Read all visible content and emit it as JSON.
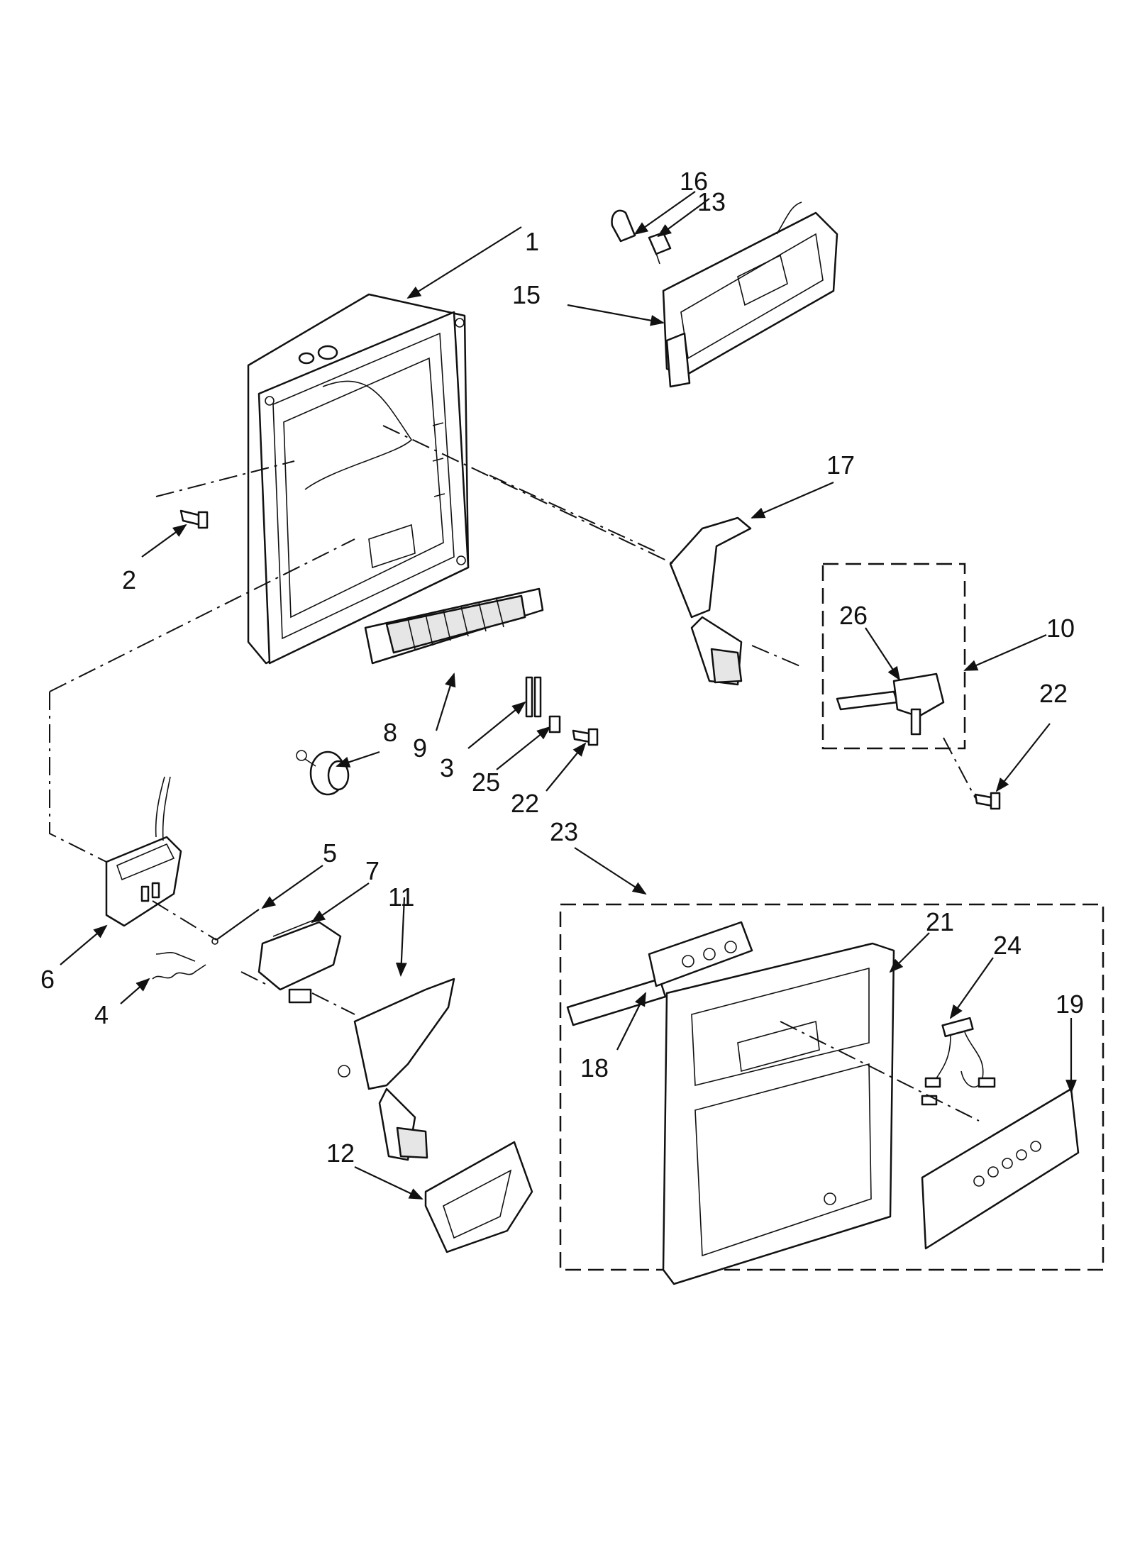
{
  "diagram": {
    "type": "exploded-parts-diagram",
    "callouts": [
      {
        "id": "c1",
        "text": "1"
      },
      {
        "id": "c2",
        "text": "2"
      },
      {
        "id": "c3",
        "text": "3"
      },
      {
        "id": "c4",
        "text": "4"
      },
      {
        "id": "c5",
        "text": "5"
      },
      {
        "id": "c6",
        "text": "6"
      },
      {
        "id": "c7",
        "text": "7"
      },
      {
        "id": "c8",
        "text": "8"
      },
      {
        "id": "c9",
        "text": "9"
      },
      {
        "id": "c10",
        "text": "10"
      },
      {
        "id": "c11",
        "text": "11"
      },
      {
        "id": "c12",
        "text": "12"
      },
      {
        "id": "c13",
        "text": "13"
      },
      {
        "id": "c15",
        "text": "15"
      },
      {
        "id": "c16",
        "text": "16"
      },
      {
        "id": "c17",
        "text": "17"
      },
      {
        "id": "c18",
        "text": "18"
      },
      {
        "id": "c19",
        "text": "19"
      },
      {
        "id": "c21",
        "text": "21"
      },
      {
        "id": "c22a",
        "text": "22"
      },
      {
        "id": "c22b",
        "text": "22"
      },
      {
        "id": "c23",
        "text": "23"
      },
      {
        "id": "c24",
        "text": "24"
      },
      {
        "id": "c25",
        "text": "25"
      },
      {
        "id": "c26",
        "text": "26"
      }
    ]
  }
}
